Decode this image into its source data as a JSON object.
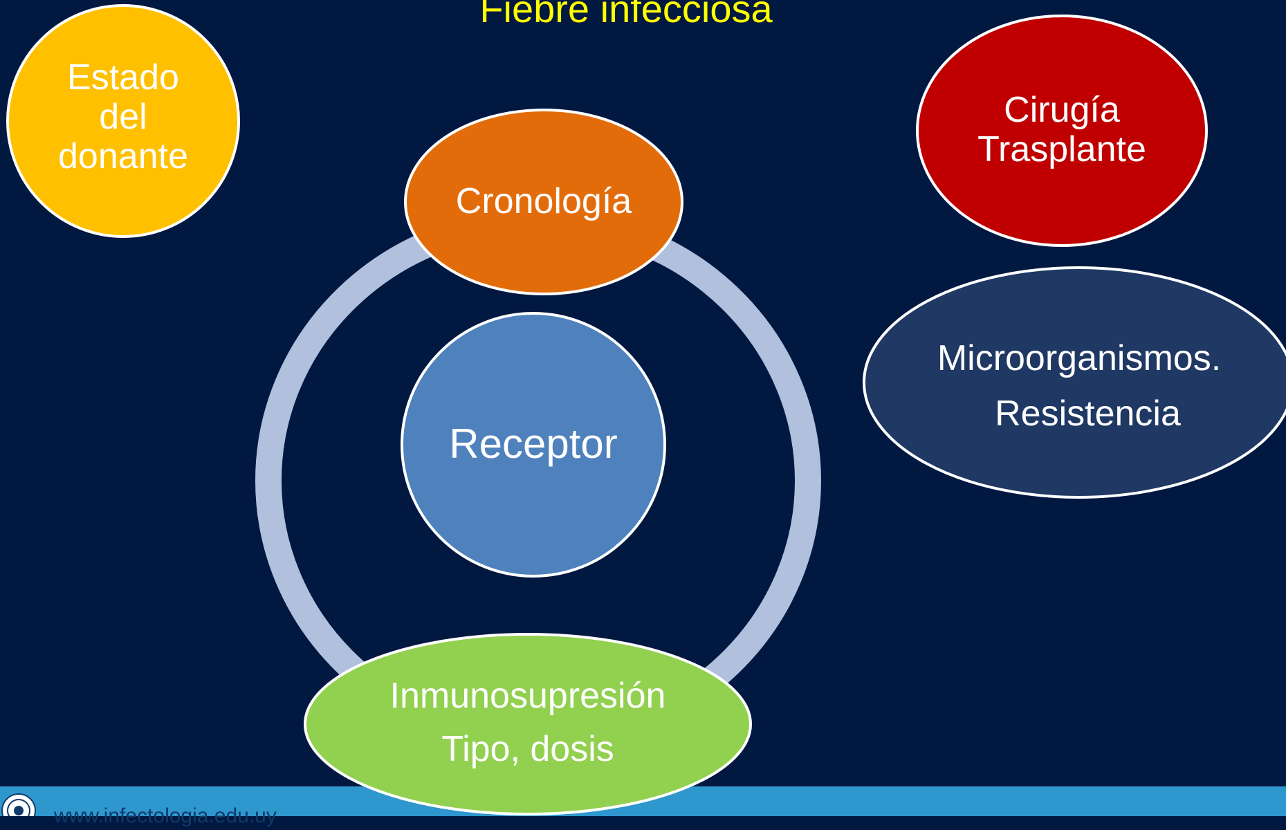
{
  "title": "Fiebre infecciosa",
  "nodes": {
    "donor_state": {
      "lines": [
        "Estado",
        "del",
        "donante"
      ],
      "color": "#FFC000"
    },
    "surgery": {
      "lines": [
        "Cirugía",
        "Trasplante"
      ],
      "color": "#C00000"
    },
    "chronology": {
      "label": "Cronología",
      "color": "#E36C0A"
    },
    "receptor": {
      "label": "Receptor",
      "color": "#4F81BD"
    },
    "microorganisms": {
      "lines": [
        "Microorganismos.",
        "Resistencia"
      ],
      "color": "#1F3864"
    },
    "immunosuppression": {
      "lines": [
        "Inmunosupresión",
        "Tipo, dosis"
      ],
      "color": "#92D050"
    }
  },
  "cycle_ring_color": "#B0C0DD",
  "footer": {
    "url": "www.infectologia.edu.uy",
    "bar_color": "#2E97CE"
  }
}
